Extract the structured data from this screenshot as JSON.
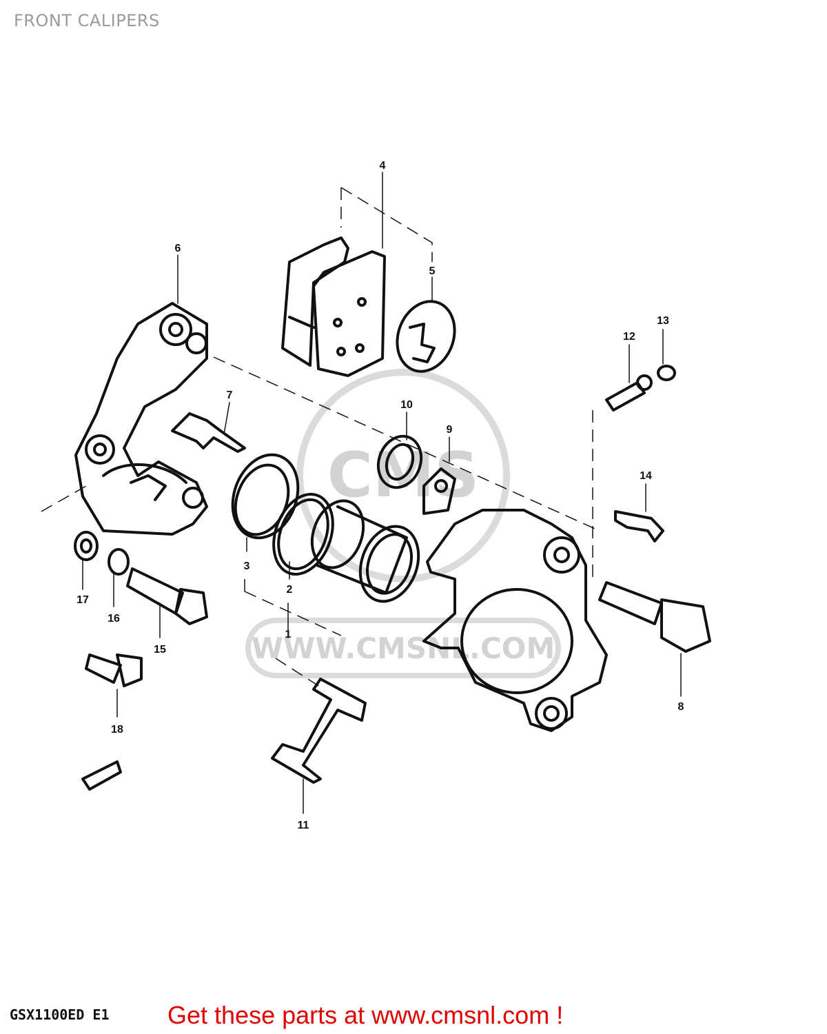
{
  "title": "FRONT CALIPERS",
  "model_code": "GSX1100ED E1",
  "promo_text": "Get these parts at www.cmsnl.com !",
  "watermark": {
    "text": "WWW.CMSNL.COM",
    "logo": "CMS"
  },
  "part_labels": [
    "1",
    "2",
    "3",
    "4",
    "5",
    "6",
    "7",
    "8",
    "9",
    "10",
    "11",
    "12",
    "13",
    "14",
    "15",
    "16",
    "17",
    "18"
  ],
  "colors": {
    "promo": "#e00000",
    "title": "#9a9a9a",
    "line": "#111111",
    "watermark": "#cfcfcf"
  }
}
